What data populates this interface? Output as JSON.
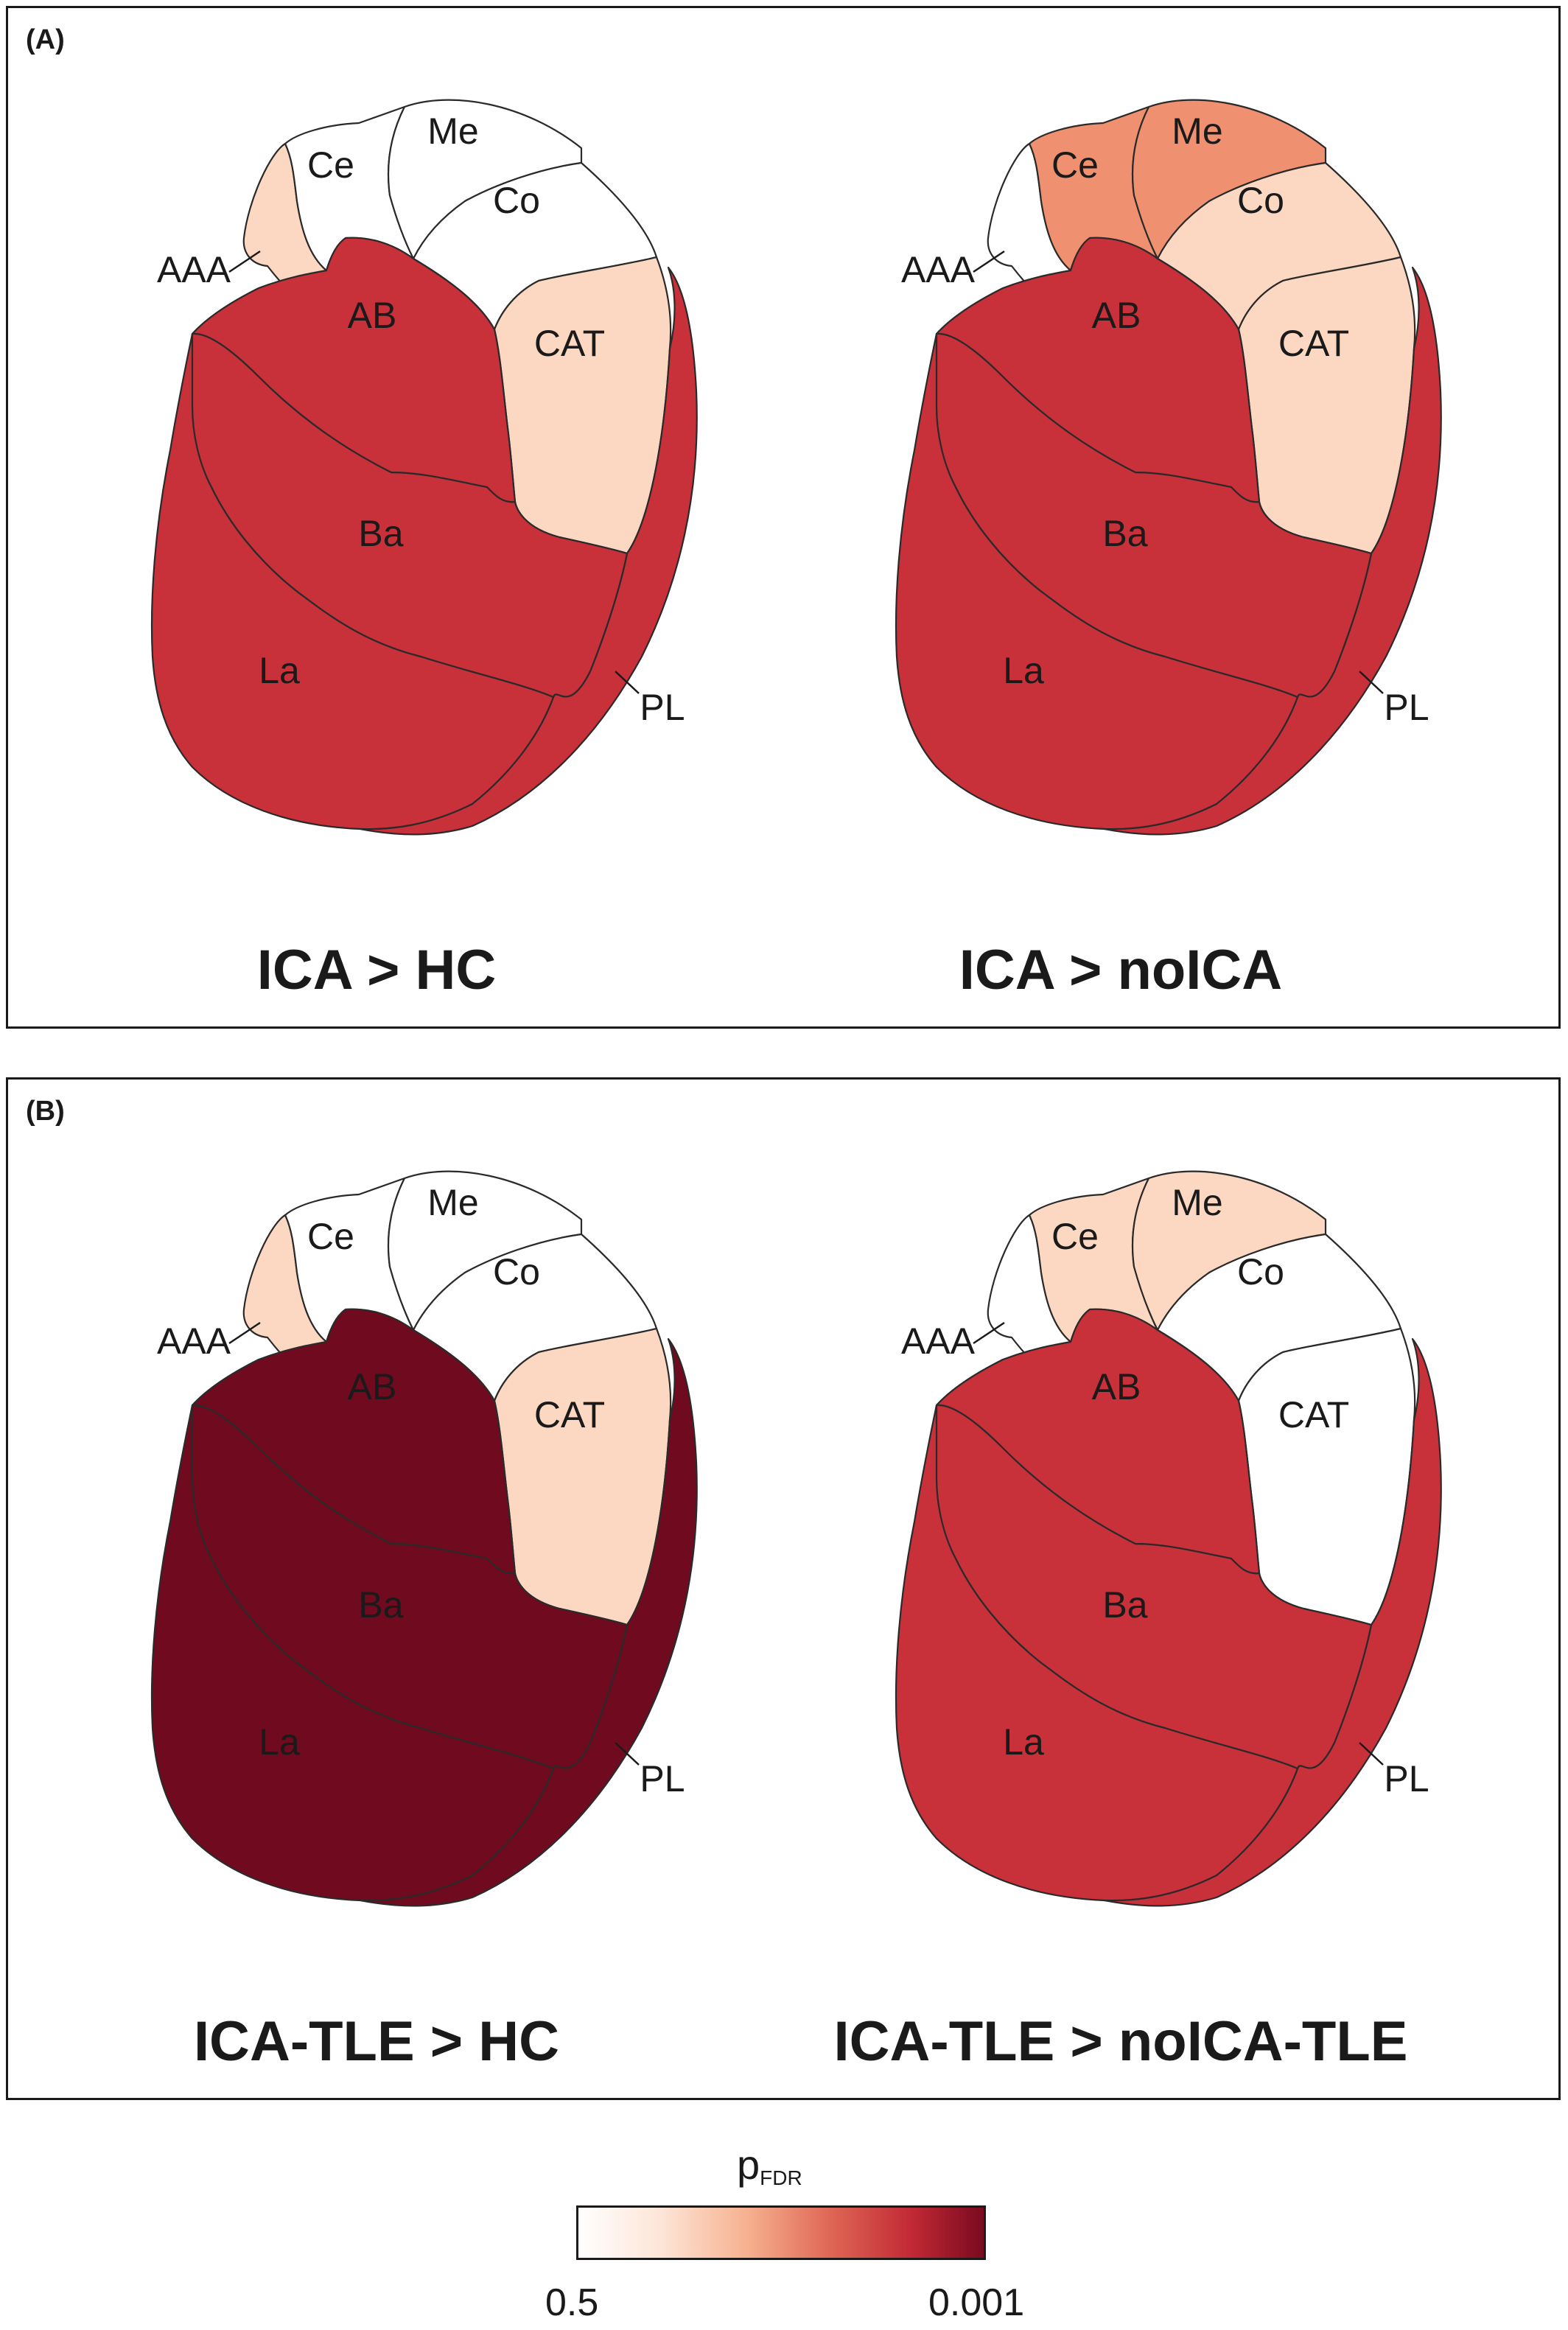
{
  "colors": {
    "scale_min": "#ffffff",
    "scale_mid_low": "#fcd8c2",
    "scale_mid": "#ef9070",
    "scale_high": "#c8303a",
    "scale_max": "#700a1e"
  },
  "panels": [
    {
      "letter": "(A)",
      "maps": [
        {
          "title": "ICA > HC",
          "labels": {
            "AAA": "AAA",
            "Ce": "Ce",
            "Me": "Me",
            "Co": "Co",
            "CAT": "CAT",
            "AB": "AB",
            "Ba": "Ba",
            "La": "La",
            "PL": "PL"
          },
          "fills": {
            "AAA": "#fcd8c2",
            "Ce": "#ffffff",
            "Me": "#ffffff",
            "Co": "#ffffff",
            "CAT": "#fcd8c2",
            "AB": "#c8303a",
            "Ba": "#c8303a",
            "La": "#c8303a",
            "PL": "#c8303a"
          }
        },
        {
          "title": "ICA > noICA",
          "labels": {
            "AAA": "AAA",
            "Ce": "Ce",
            "Me": "Me",
            "Co": "Co",
            "CAT": "CAT",
            "AB": "AB",
            "Ba": "Ba",
            "La": "La",
            "PL": "PL"
          },
          "fills": {
            "AAA": "#ffffff",
            "Ce": "#ef9070",
            "Me": "#ef9070",
            "Co": "#fcd8c2",
            "CAT": "#fcd8c2",
            "AB": "#c8303a",
            "Ba": "#c8303a",
            "La": "#c8303a",
            "PL": "#c8303a"
          }
        }
      ]
    },
    {
      "letter": "(B)",
      "maps": [
        {
          "title": "ICA-TLE > HC",
          "labels": {
            "AAA": "AAA",
            "Ce": "Ce",
            "Me": "Me",
            "Co": "Co",
            "CAT": "CAT",
            "AB": "AB",
            "Ba": "Ba",
            "La": "La",
            "PL": "PL"
          },
          "fills": {
            "AAA": "#fcd8c2",
            "Ce": "#ffffff",
            "Me": "#ffffff",
            "Co": "#ffffff",
            "CAT": "#fcd8c2",
            "AB": "#700a1e",
            "Ba": "#700a1e",
            "La": "#700a1e",
            "PL": "#700a1e"
          }
        },
        {
          "title": "ICA-TLE > noICA-TLE",
          "labels": {
            "AAA": "AAA",
            "Ce": "Ce",
            "Me": "Me",
            "Co": "Co",
            "CAT": "CAT",
            "AB": "AB",
            "Ba": "Ba",
            "La": "La",
            "PL": "PL"
          },
          "fills": {
            "AAA": "#ffffff",
            "Ce": "#fcd8c2",
            "Me": "#fcd8c2",
            "Co": "#ffffff",
            "CAT": "#ffffff",
            "AB": "#c8303a",
            "Ba": "#c8303a",
            "La": "#c8303a",
            "PL": "#c8303a"
          }
        }
      ]
    }
  ],
  "legend": {
    "title_main": "p",
    "title_sub": "FDR",
    "tick_min": "0.5",
    "tick_max": "0.001"
  }
}
